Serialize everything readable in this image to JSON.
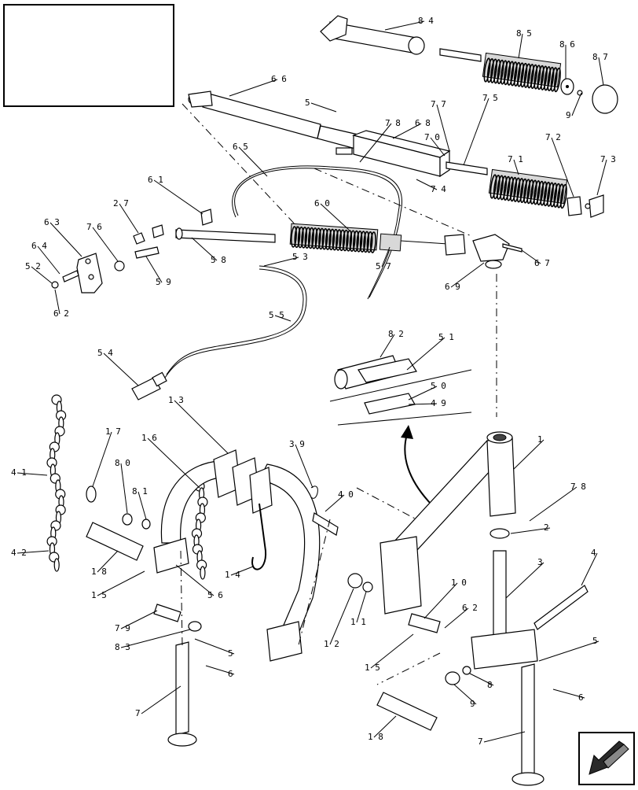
{
  "colors": {
    "ink": "#000000",
    "paper": "#ffffff",
    "shading": "#e9e9e9",
    "spring": "#d8d8d8",
    "nav_icon": "#2a2a2a"
  },
  "icons": {
    "title_box": "empty-rectangle",
    "next_page": "arrow-down-left-icon"
  },
  "callouts": [
    {
      "id": "c84",
      "label": "8 4"
    },
    {
      "id": "c85",
      "label": "8 5"
    },
    {
      "id": "c86",
      "label": "8 6"
    },
    {
      "id": "c87",
      "label": "8 7"
    },
    {
      "id": "c66",
      "label": "6 6"
    },
    {
      "id": "c5a",
      "label": "5"
    },
    {
      "id": "c78a",
      "label": "7 8"
    },
    {
      "id": "c68",
      "label": "6 8"
    },
    {
      "id": "c70",
      "label": "7 0"
    },
    {
      "id": "c77",
      "label": "7 7"
    },
    {
      "id": "c75",
      "label": "7 5"
    },
    {
      "id": "c9a",
      "label": "9"
    },
    {
      "id": "c72",
      "label": "7 2"
    },
    {
      "id": "c71",
      "label": "7 1"
    },
    {
      "id": "c73",
      "label": "7 3"
    },
    {
      "id": "c74",
      "label": "7 4"
    },
    {
      "id": "c65",
      "label": "6 5"
    },
    {
      "id": "c61",
      "label": "6 1"
    },
    {
      "id": "c60",
      "label": "6 0"
    },
    {
      "id": "c27",
      "label": "2 7"
    },
    {
      "id": "c63",
      "label": "6 3"
    },
    {
      "id": "c76",
      "label": "7 6"
    },
    {
      "id": "c64",
      "label": "6 4"
    },
    {
      "id": "c52",
      "label": "5 2"
    },
    {
      "id": "c62a",
      "label": "6 2"
    },
    {
      "id": "c58",
      "label": "5 8"
    },
    {
      "id": "c59",
      "label": "5 9"
    },
    {
      "id": "c53",
      "label": "5 3"
    },
    {
      "id": "c57",
      "label": "5 7"
    },
    {
      "id": "c67",
      "label": "6 7"
    },
    {
      "id": "c69",
      "label": "6 9"
    },
    {
      "id": "c55",
      "label": "5 5"
    },
    {
      "id": "c54",
      "label": "5 4"
    },
    {
      "id": "c82",
      "label": "8 2"
    },
    {
      "id": "c51",
      "label": "5 1"
    },
    {
      "id": "c50",
      "label": "5 0"
    },
    {
      "id": "c49",
      "label": "4 9"
    },
    {
      "id": "c41",
      "label": "4 1"
    },
    {
      "id": "c17",
      "label": "1 7"
    },
    {
      "id": "c16",
      "label": "1 6"
    },
    {
      "id": "c13",
      "label": "1 3"
    },
    {
      "id": "c39",
      "label": "3 9"
    },
    {
      "id": "c40",
      "label": "4 0"
    },
    {
      "id": "c1",
      "label": "1"
    },
    {
      "id": "c78b",
      "label": "7 8"
    },
    {
      "id": "c80",
      "label": "8 0"
    },
    {
      "id": "c81",
      "label": "8 1"
    },
    {
      "id": "c2",
      "label": "2"
    },
    {
      "id": "c42",
      "label": "4 2"
    },
    {
      "id": "c18a",
      "label": "1 8"
    },
    {
      "id": "c15a",
      "label": "1 5"
    },
    {
      "id": "c56",
      "label": "5 6"
    },
    {
      "id": "c14",
      "label": "1 4"
    },
    {
      "id": "c3",
      "label": "3"
    },
    {
      "id": "c4",
      "label": "4"
    },
    {
      "id": "c10",
      "label": "1 0"
    },
    {
      "id": "c62b",
      "label": "6 2"
    },
    {
      "id": "c11",
      "label": "1 1"
    },
    {
      "id": "c79",
      "label": "7 9"
    },
    {
      "id": "c83",
      "label": "8 3"
    },
    {
      "id": "c5b",
      "label": "5"
    },
    {
      "id": "c6a",
      "label": "6"
    },
    {
      "id": "c12",
      "label": "1 2"
    },
    {
      "id": "c15b",
      "label": "1 5"
    },
    {
      "id": "c5c",
      "label": "5"
    },
    {
      "id": "c8",
      "label": "8"
    },
    {
      "id": "c9b",
      "label": "9"
    },
    {
      "id": "c6b",
      "label": "6"
    },
    {
      "id": "c7a",
      "label": "7"
    },
    {
      "id": "c18b",
      "label": "1 8"
    },
    {
      "id": "c7b",
      "label": "7"
    }
  ]
}
